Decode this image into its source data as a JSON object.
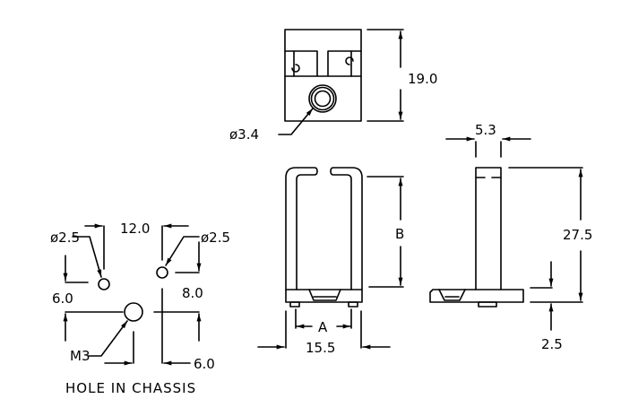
{
  "top_view": {
    "height_dim": "19.0",
    "hole_dim": "ø3.4"
  },
  "front_view": {
    "inner_width_dim": "A",
    "height_dim": "B",
    "outer_width_dim": "15.5"
  },
  "side_view": {
    "thickness_dim": "5.3",
    "total_height_dim": "27.5",
    "base_dim": "2.5"
  },
  "chassis": {
    "hole_left_dim": "ø2.5",
    "hole_right_dim": "ø2.5",
    "spacing_dim": "12.0",
    "left_offset_dim": "6.0",
    "right_offset_dim": "8.0",
    "thread_label": "M3",
    "bottom_offset_dim": "6.0",
    "caption": "HOLE IN CHASSIS"
  }
}
